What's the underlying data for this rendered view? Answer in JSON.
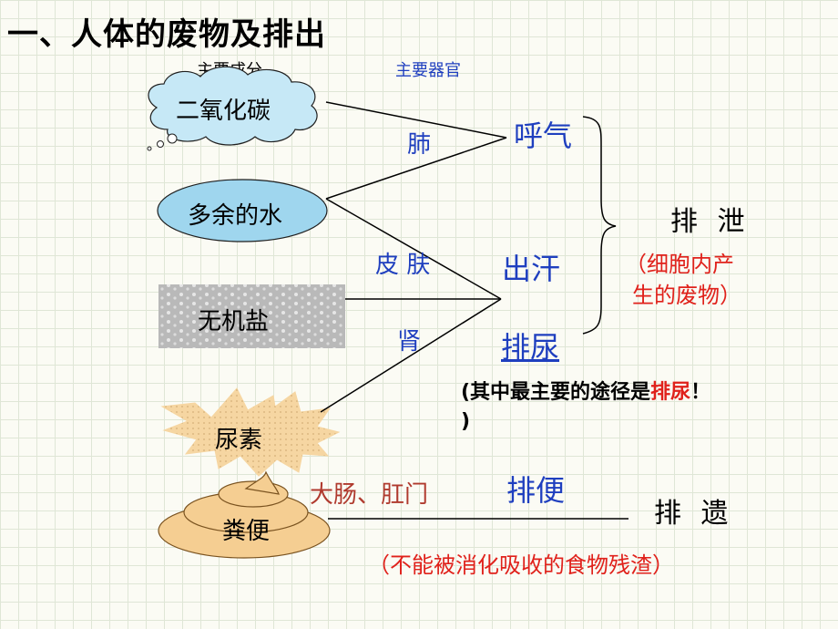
{
  "title": "一、人体的废物及排出",
  "headers": {
    "components": "主要成分",
    "organs": "主要器官"
  },
  "components": {
    "co2": "二氧化碳",
    "water": "多余的水",
    "salt": "无机盐",
    "urea": "尿素",
    "feces": "粪便"
  },
  "organs": {
    "lung": "肺",
    "skin": "皮 肤",
    "kidney": "肾",
    "intestine": "大肠、肛门"
  },
  "pathways": {
    "breath": "呼气",
    "sweat": "出汗",
    "urine": "排尿",
    "defecate": "排便"
  },
  "categories": {
    "excretion": "排 泄",
    "excretion_note": [
      "（细胞内产",
      "生的废物）"
    ],
    "egestion": "排 遗",
    "egestion_note": "（不能被消化吸收的食物残渣）"
  },
  "main_route_note": {
    "prefix": "(其中最主要的途径是",
    "highlight": "排尿",
    "suffix": "！",
    "line2": ")"
  },
  "colors": {
    "blue_text": "#1f3fbf",
    "red_text": "#e0211b",
    "brown_text": "#b03a2e",
    "cloud_fill": "#bfe6f5",
    "oval_fill": "#9fd6ee",
    "salt_fill": "#c8c8c8",
    "urea_fill": "#f6d6a2",
    "feces_fill": "#f5ce92"
  }
}
